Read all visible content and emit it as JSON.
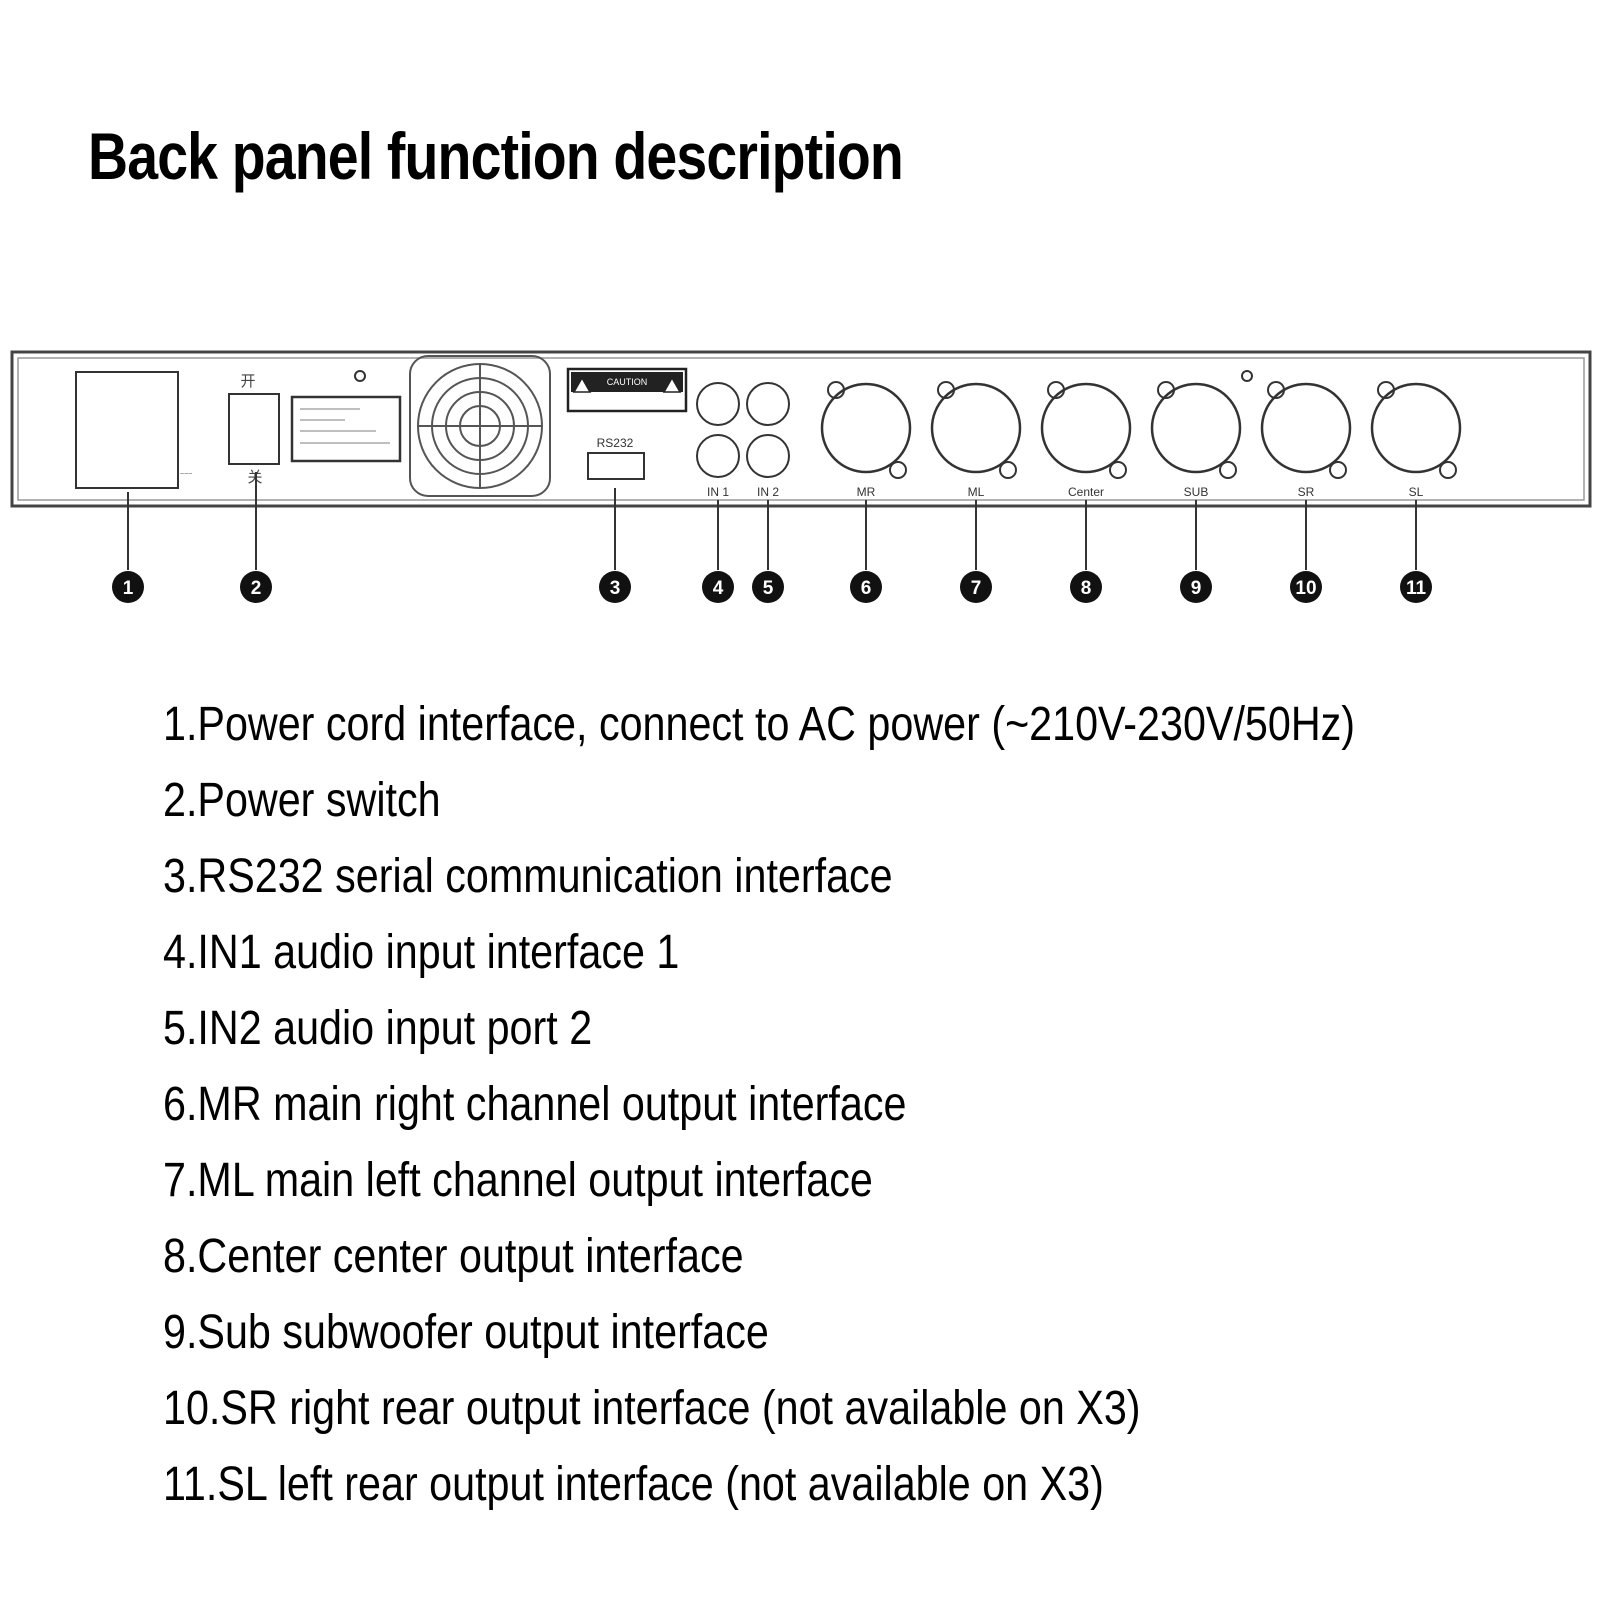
{
  "title": "Back panel function description",
  "panel": {
    "switch_on_glyph": "开",
    "switch_off_glyph": "关",
    "rs232_label": "RS232",
    "caution_label": "CAUTION",
    "in1_label": "IN 1",
    "in2_label": "IN 2",
    "xlr_labels": [
      "MR",
      "ML",
      "Center",
      "SUB",
      "SR",
      "SL"
    ]
  },
  "callouts": [
    "1",
    "2",
    "3",
    "4",
    "5",
    "6",
    "7",
    "8",
    "9",
    "10",
    "11"
  ],
  "descriptions": [
    "1.Power cord interface, connect to AC power (~210V-230V/50Hz)",
    "2.Power switch",
    "3.RS232 serial communication interface",
    "4.IN1 audio input interface 1",
    "5.IN2 audio input port 2",
    "6.MR main right channel output interface",
    "7.ML main left channel output interface",
    "8.Center center output interface",
    "9.Sub subwoofer output interface",
    "10.SR right rear output interface (not available on X3)",
    "11.SL left rear output interface (not available on X3)"
  ],
  "colors": {
    "line": "#333333",
    "panel_bg": "#ffffff",
    "badge": "#111111"
  }
}
